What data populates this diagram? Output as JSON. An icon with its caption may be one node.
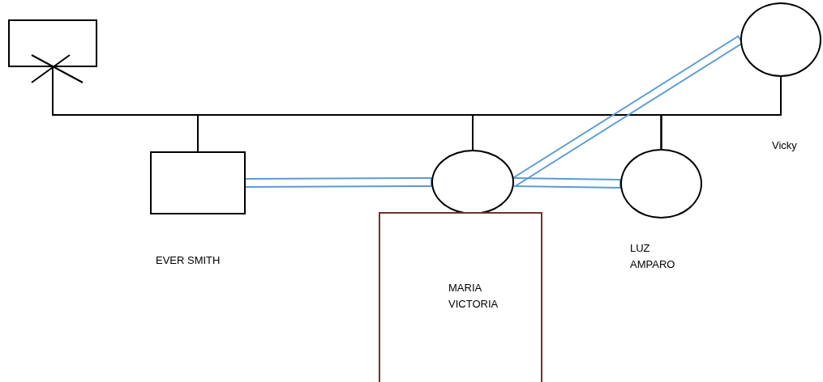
{
  "diagram": {
    "nodes": [
      {
        "text": [],
        "shape": "box"
      },
      {
        "text": [],
        "shape": "circle"
      },
      {
        "text": [],
        "shape": "box",
        "beside": [
          "EVER SMITH"
        ]
      },
      {
        "text": [],
        "shape": "circle"
      },
      {
        "text": [],
        "shape": "circle",
        "beside": [
          "LUZ AMPARO"
        ]
      },
      {
        "text": [
          "MARIA VICTORIA"
        ]
      }
    ],
    "edges": [
      {
        "from": 0,
        "to": 1,
        "arrow": "none"
      },
      {
        "from": 0,
        "to": 2,
        "arrow": "none"
      },
      {
        "from": 0,
        "to": 3,
        "arrow": "none"
      },
      {
        "from": 0,
        "to": 4,
        "arrow": "none"
      },
      {
        "from": 1,
        "to": 2,
        "arrow": "none"
      },
      {
        "from": 1,
        "to": 3,
        "arrow": "none"
      },
      {
        "from": 1,
        "to": 4,
        "arrow": "none"
      },
      {
        "from": 2,
        "to": 3,
        "arrow": "none",
        "color": "#5b9bd5"
      },
      {
        "from": 3,
        "to": 4,
        "arrow": "none",
        "color": "#5b9bd5"
      },
      {
        "from": 3,
        "to": 1,
        "arrow": "none",
        "color": "#5b9bd5"
      }
    ],
    "labels": [
      "Vicky"
    ]
  }
}
